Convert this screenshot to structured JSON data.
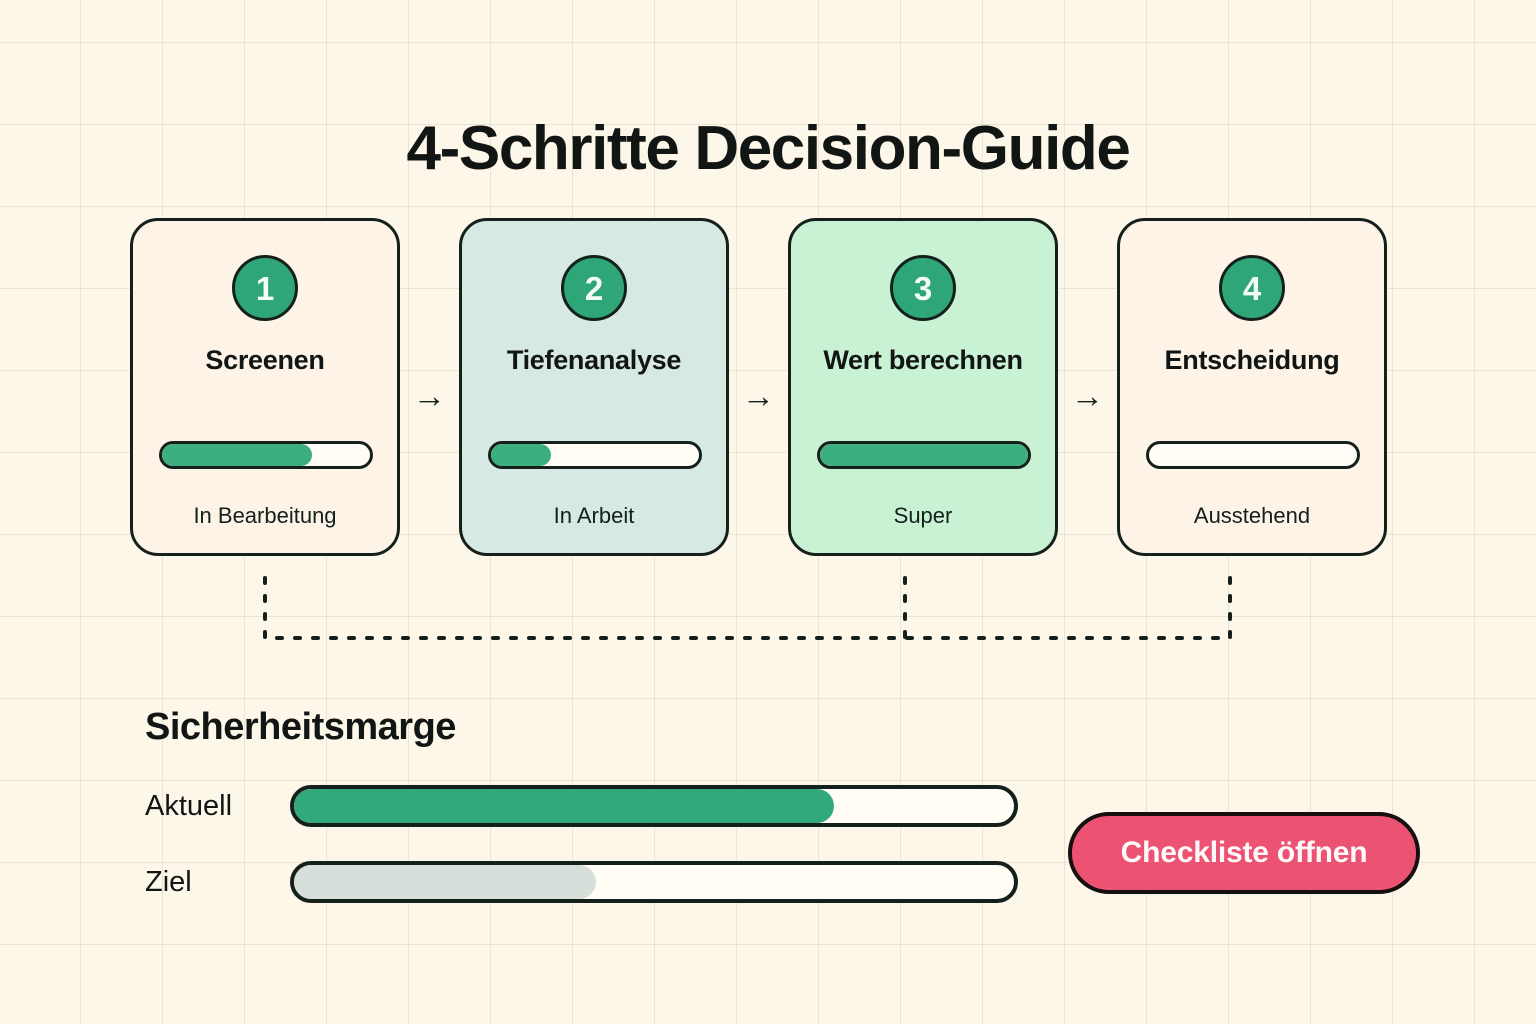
{
  "page": {
    "title": "4-Schritte Decision-Guide",
    "background_color": "#fdf7e9",
    "grid_line_color": "#c4baa0",
    "ink_color": "#15201c"
  },
  "steps": {
    "arrow_glyph": "→",
    "items": [
      {
        "number": "1",
        "title": "Screenen",
        "status": "In Bearbeitung",
        "progress_percent": 72,
        "card_color": "#fdf4e7",
        "bar_color": "#3dae7e"
      },
      {
        "number": "2",
        "title": "Tiefenanalyse",
        "status": "In Arbeit",
        "progress_percent": 29,
        "card_color": "#d7e9e3",
        "bar_color": "#3dae7e"
      },
      {
        "number": "3",
        "title": "Wert berechnen",
        "status": "Super",
        "progress_percent": 100,
        "card_color": "#c9f2d4",
        "bar_color": "#3dae7e"
      },
      {
        "number": "4",
        "title": "Entscheidung",
        "status": "Ausstehend",
        "progress_percent": 0,
        "card_color": "#fdf4e7",
        "bar_color": "#3dae7e"
      }
    ]
  },
  "margin_section": {
    "heading": "Sicherheitsmarge",
    "rows": [
      {
        "label": "Aktuell",
        "value_percent": 75,
        "fill_color": "#32a97b"
      },
      {
        "label": "Ziel",
        "value_percent": 42,
        "fill_color": "#d7dfda"
      }
    ]
  },
  "cta": {
    "label": "Checkliste öffnen",
    "background_color": "#ec5372",
    "text_color": "#fffafb"
  }
}
